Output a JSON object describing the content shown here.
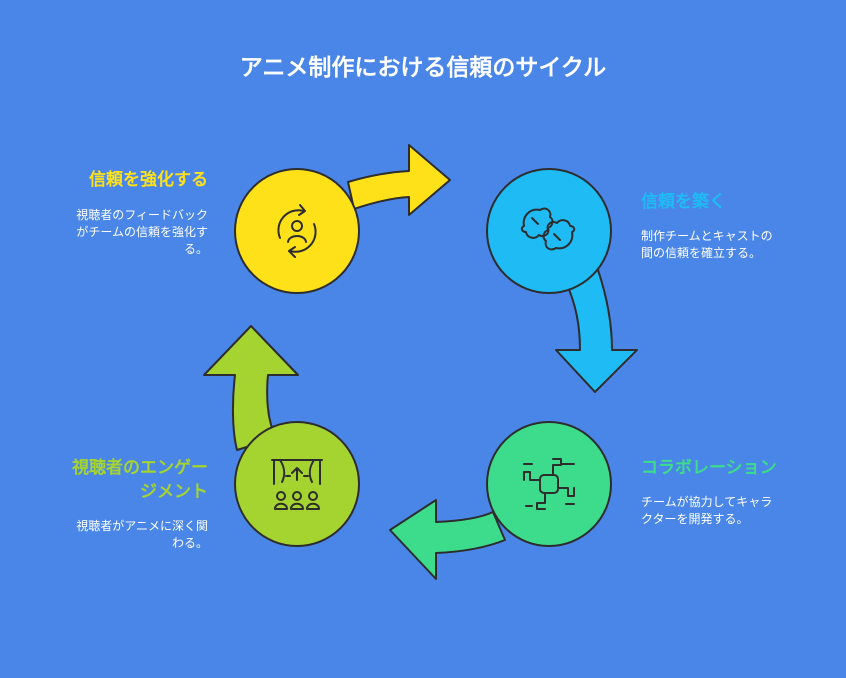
{
  "title": "アニメ制作における信頼のサイクル",
  "colors": {
    "background": "#4A86E8",
    "yellow": "#FFE11A",
    "blue": "#1EBBF5",
    "green": "#3DDC8C",
    "lime": "#A5D431",
    "outline": "#2D2D2D"
  },
  "steps": {
    "strengthen": {
      "heading": "信頼を強化する",
      "desc_lines": [
        "視聴者のフィードバック",
        "がチームの信頼を強化す",
        "る。"
      ],
      "icon": "refresh-user-icon"
    },
    "build": {
      "heading": "信頼を築く",
      "desc_lines": [
        "制作チームとキャストの",
        "間の信頼を確立する。"
      ],
      "icon": "fist-bump-icon"
    },
    "collaborate": {
      "heading": "コラボレーション",
      "desc_lines": [
        "チームが協力してキャラ",
        "クターを開発する。"
      ],
      "icon": "team-hands-icon"
    },
    "engage": {
      "heading_lines": [
        "視聴者のエンゲー",
        "ジメント"
      ],
      "desc_lines": [
        "視聴者がアニメに深く関",
        "わる。"
      ],
      "icon": "audience-stage-icon"
    }
  }
}
